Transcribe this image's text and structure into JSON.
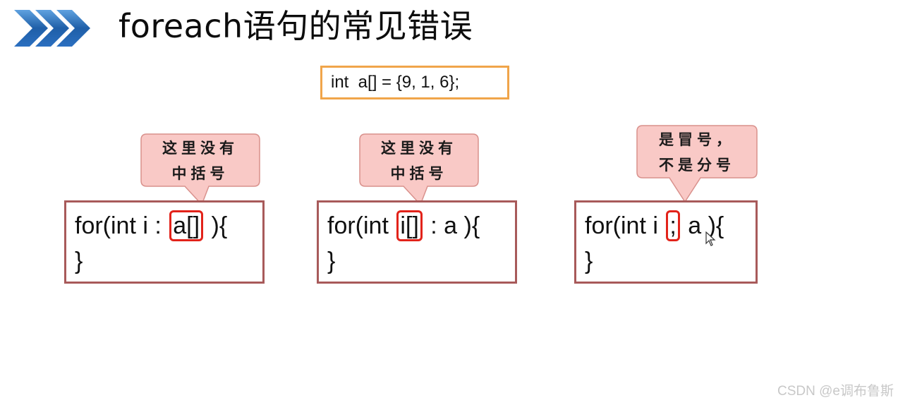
{
  "slide": {
    "title": "foreach语句的常见错误",
    "declaration": "int  a[] = {9, 1, 6};"
  },
  "examples": [
    {
      "callout_lines": [
        "这里没有",
        "中括号"
      ],
      "code_prefix": "for(int i : ",
      "code_highlight": "a[]",
      "code_suffix": " ){",
      "code_close": "}"
    },
    {
      "callout_lines": [
        "这里没有",
        "中括号"
      ],
      "code_prefix": "for(int ",
      "code_highlight": "i[]",
      "code_suffix": " : a ){",
      "code_close": "}"
    },
    {
      "callout_lines": [
        "是冒号，",
        "不是分号"
      ],
      "code_prefix": "for(int i ",
      "code_highlight": ";",
      "code_suffix": " a ){",
      "code_close": "}"
    }
  ],
  "watermark": "CSDN @e调布鲁斯",
  "colors": {
    "title_chevrons": "#1f5fa8",
    "declaration_border": "#f0a54a",
    "code_border": "#a85a5a",
    "highlight_border": "#e2231a",
    "callout_fill": "#f9c9c6",
    "callout_border": "#d9918c"
  },
  "icons": {
    "logo": "double-chevron-icon",
    "cursor": "mouse-pointer-icon"
  }
}
